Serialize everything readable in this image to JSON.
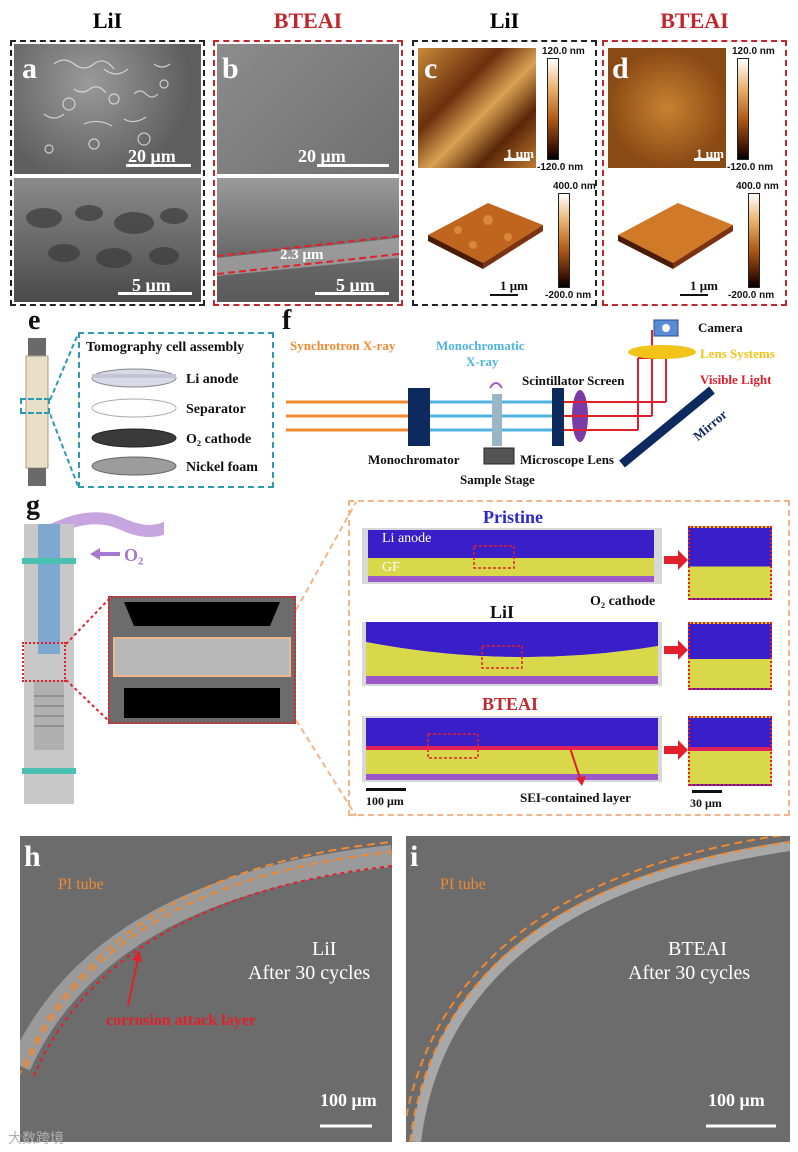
{
  "headers": {
    "a": "LiI",
    "b": "BTEAI",
    "c": "LiI",
    "d": "BTEAI"
  },
  "panel_labels": {
    "a": "a",
    "b": "b",
    "c": "c",
    "d": "d",
    "e": "e",
    "f": "f",
    "g": "g",
    "h": "h",
    "i": "i"
  },
  "sem": {
    "a_top_scale": "20 μm",
    "a_bot_scale": "5 μm",
    "b_top_scale": "20 μm",
    "b_bot_scale": "5 μm",
    "b_thickness": "2.3 μm"
  },
  "afm": {
    "c_top_max": "120.0 nm",
    "c_top_min": "-120.0 nm",
    "c_top_scale": "1 μm",
    "c_bot_max": "400.0 nm",
    "c_bot_min": "-200.0 nm",
    "c_bot_scale": "1 μm",
    "d_top_max": "120.0 nm",
    "d_top_min": "-120.0 nm",
    "d_top_scale": "1 μm",
    "d_bot_max": "400.0 nm",
    "d_bot_min": "-200.0 nm",
    "d_bot_scale": "1 μm"
  },
  "cell": {
    "title": "Tomography cell assembly",
    "layers": [
      "Li anode",
      "Separator",
      "O₂ cathode",
      "Nickel foam"
    ]
  },
  "beamline": {
    "synchrotron": "Synchrotron X-ray",
    "mono_xray_1": "Monochromatic",
    "mono_xray_2": "X-ray",
    "scintillator": "Scintillator Screen",
    "camera": "Camera",
    "lens_systems": "Lens Systems",
    "visible_light": "Visible Light",
    "mirror": "Mirror",
    "monochromator": "Monochromator",
    "microscope_lens": "Microscope Lens",
    "sample_stage": "Sample Stage"
  },
  "tomo": {
    "o2": "O₂",
    "pristine": "Pristine",
    "li_anode": "Li anode",
    "gf": "GF",
    "o2_cathode": "O₂ cathode",
    "lii": "LiI",
    "bteai": "BTEAI",
    "sei": "SEI-contained layer",
    "scale_main": "100 μm",
    "scale_zoom": "30 μm"
  },
  "ct": {
    "h_pi": "PI tube",
    "h_title1": "LiI",
    "h_title2": "After 30 cycles",
    "h_corrosion": "corrosion attack layer",
    "h_scale": "100 μm",
    "i_pi": "PI tube",
    "i_title1": "BTEAI",
    "i_title2": "After 30 cycles",
    "i_scale": "100 μm"
  },
  "colors": {
    "black_frame": "#222222",
    "red_frame": "#c0272d",
    "teal_frame": "#2a9bb0",
    "peach_frame": "#f2b48a",
    "orange": "#f08a32",
    "blue_beam": "#4fb3e0",
    "red_beam": "#e0202a"
  },
  "watermark": "大数跨境"
}
